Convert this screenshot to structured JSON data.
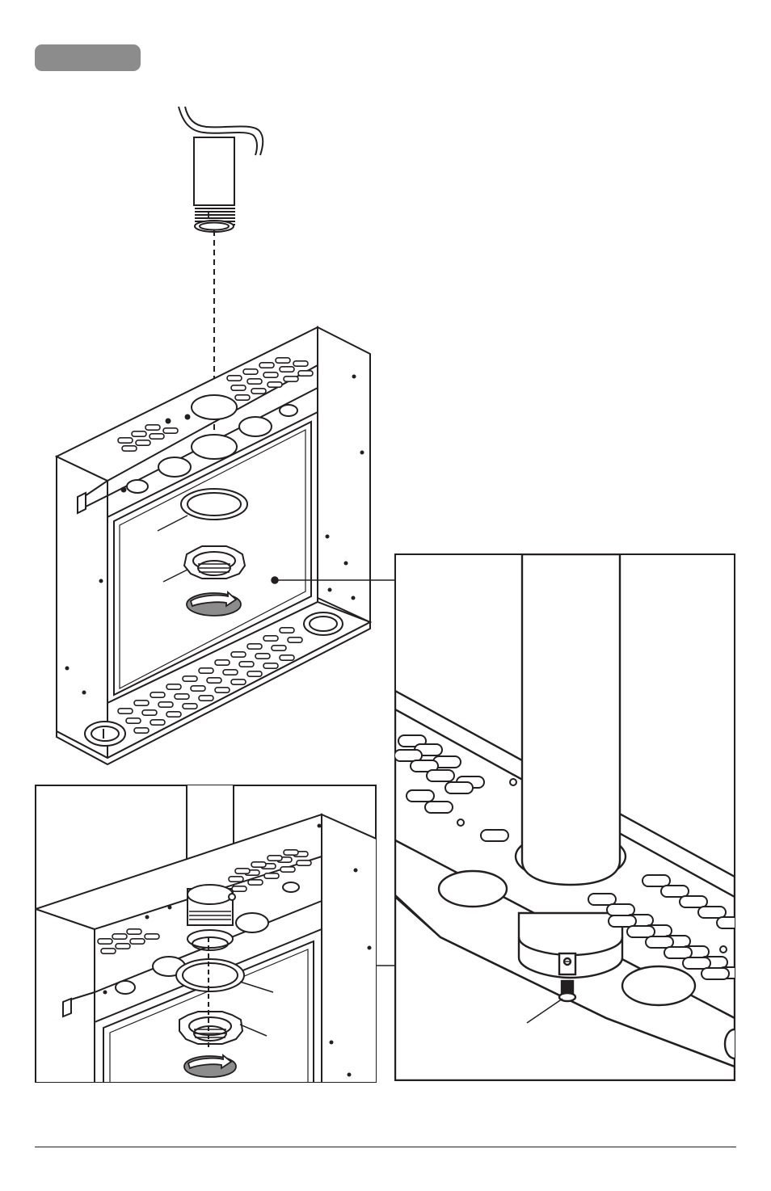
{
  "step_badge": {
    "text": "",
    "color": "#8c8c8c"
  },
  "colors": {
    "line": "#231f20",
    "fill_gray": "#8c8c8c",
    "paper": "#ffffff"
  },
  "illustration": {
    "parts": [
      "pipe-with-wires",
      "mounting-box",
      "trim-ring",
      "lock-nut",
      "set-screw"
    ],
    "rotation_arrow": "rotate-clockwise-icon",
    "detail_insets": [
      "inset-locknut-install",
      "inset-setscrew-closeup"
    ]
  }
}
